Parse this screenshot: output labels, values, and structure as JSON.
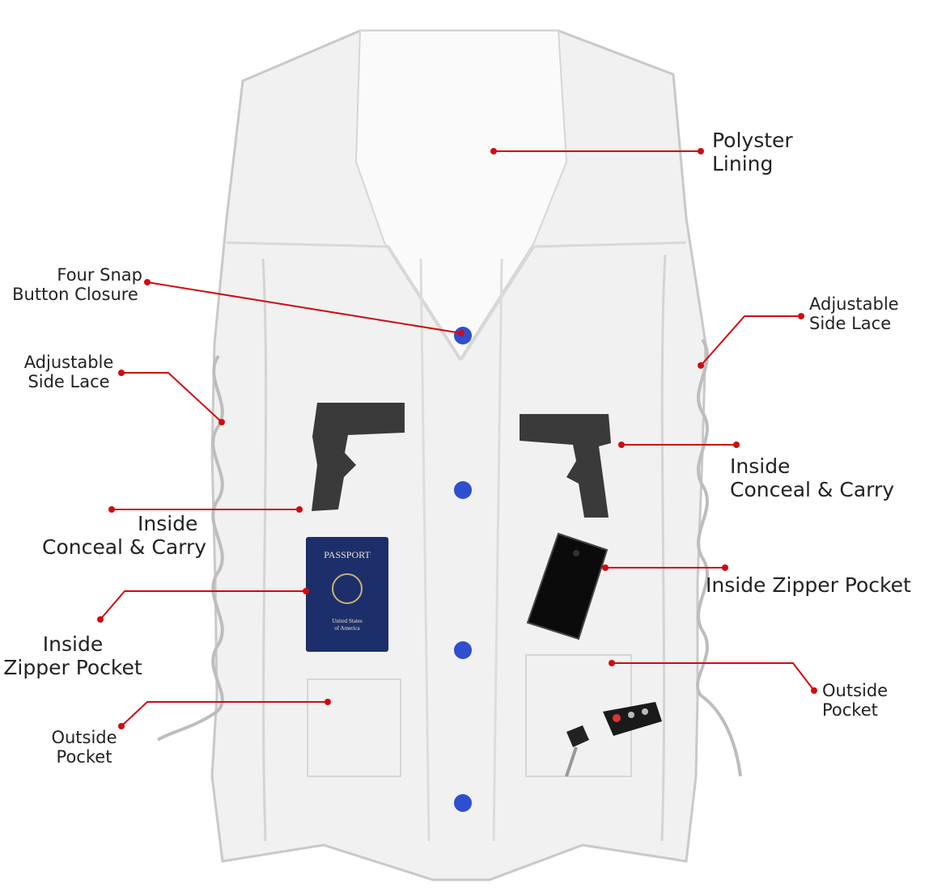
{
  "diagram": {
    "accent_color": "#d10a10",
    "vest_fill": "#f1f1f1",
    "vest_edge": "#c9c9c9",
    "snap_color": "#2f4fd0",
    "passport_color": "#1d2f6b",
    "gun_color": "#3a3a3a",
    "icons": [
      "vest-body",
      "snap-buttons",
      "pistol-left",
      "pistol-right",
      "passport",
      "smartphone",
      "car-key-fob",
      "side-lace"
    ],
    "passport": {
      "title": "PASSPORT",
      "line1": "United States",
      "line2": "of America"
    },
    "labels": {
      "polyester_lining": [
        "Polyster",
        "Lining"
      ],
      "four_snap": [
        "Four Snap",
        "Button Closure"
      ],
      "side_lace_left": [
        "Adjustable",
        "Side Lace"
      ],
      "side_lace_right": [
        "Adjustable",
        "Side Lace"
      ],
      "conceal_left": [
        "Inside",
        "Conceal & Carry"
      ],
      "conceal_right": [
        "Inside",
        "Conceal & Carry"
      ],
      "zipper_left": [
        "Inside",
        "Zipper Pocket"
      ],
      "zipper_right": "Inside Zipper Pocket",
      "outside_left": [
        "Outside",
        "Pocket"
      ],
      "outside_right": [
        "Outside",
        "Pocket"
      ]
    }
  }
}
